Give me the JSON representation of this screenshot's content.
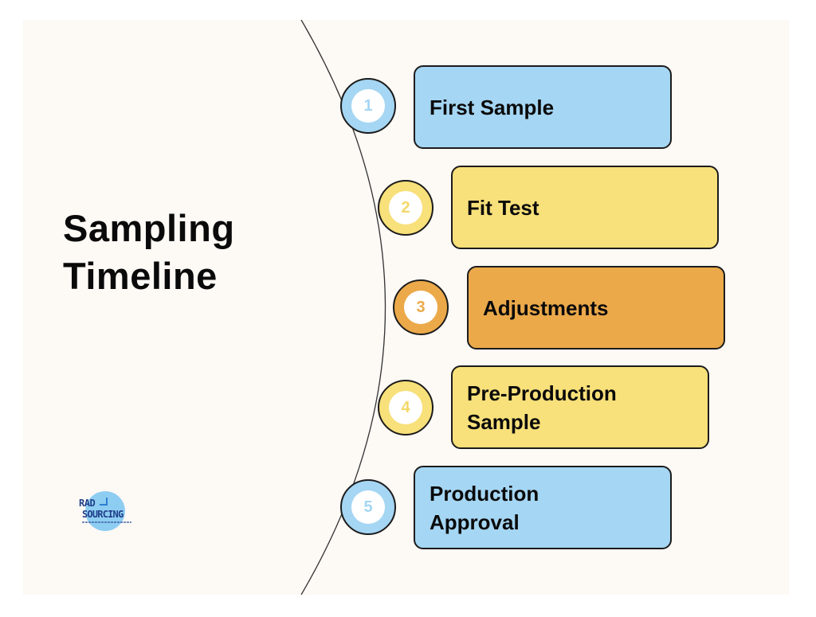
{
  "title": {
    "line1": "Sampling",
    "line2": "Timeline"
  },
  "logo": {
    "line1": "RAD",
    "line2": "SOURCING",
    "icon": "arrow-corner-icon"
  },
  "colors": {
    "background": "#fdf9f5",
    "blue": "#a5d6f3",
    "yellow": "#f8e07a",
    "orange": "#eba94a",
    "outline": "#1c1c1c"
  },
  "steps": [
    {
      "number": "1",
      "label": "First Sample",
      "color": "#a5d6f3",
      "number_color": "#a5d6f3"
    },
    {
      "number": "2",
      "label": "Fit Test",
      "color": "#f8e07a",
      "number_color": "#f3d86a"
    },
    {
      "number": "3",
      "label": "Adjustments",
      "color": "#eba94a",
      "number_color": "#eba94a"
    },
    {
      "number": "4",
      "label": "Pre-Production\nSample",
      "color": "#f8e07a",
      "number_color": "#f3d86a"
    },
    {
      "number": "5",
      "label": "Production\nApproval",
      "color": "#a5d6f3",
      "number_color": "#a5d6f3"
    }
  ]
}
